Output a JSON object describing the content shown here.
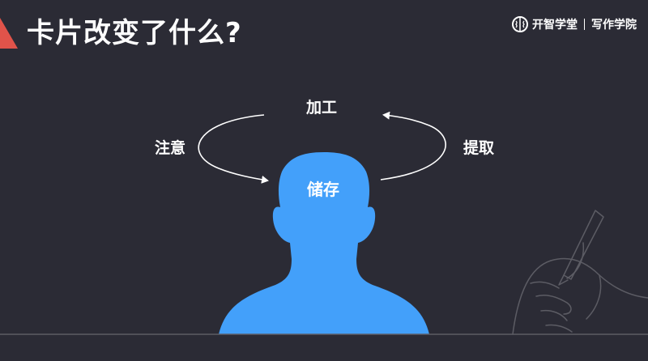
{
  "slide": {
    "title": "卡片改变了什么?",
    "brand": {
      "name": "开智学堂",
      "college": "写作学院",
      "logo_icon": "brain-icon"
    },
    "colors": {
      "background": "#2b2b35",
      "accent": "#e0534a",
      "head": "#43a0fa",
      "text": "#ffffff",
      "sketch": "#5c5c64"
    }
  },
  "diagram": {
    "top_label": "加工",
    "left_label": "注意",
    "right_label": "提取",
    "center_label": "储存"
  }
}
